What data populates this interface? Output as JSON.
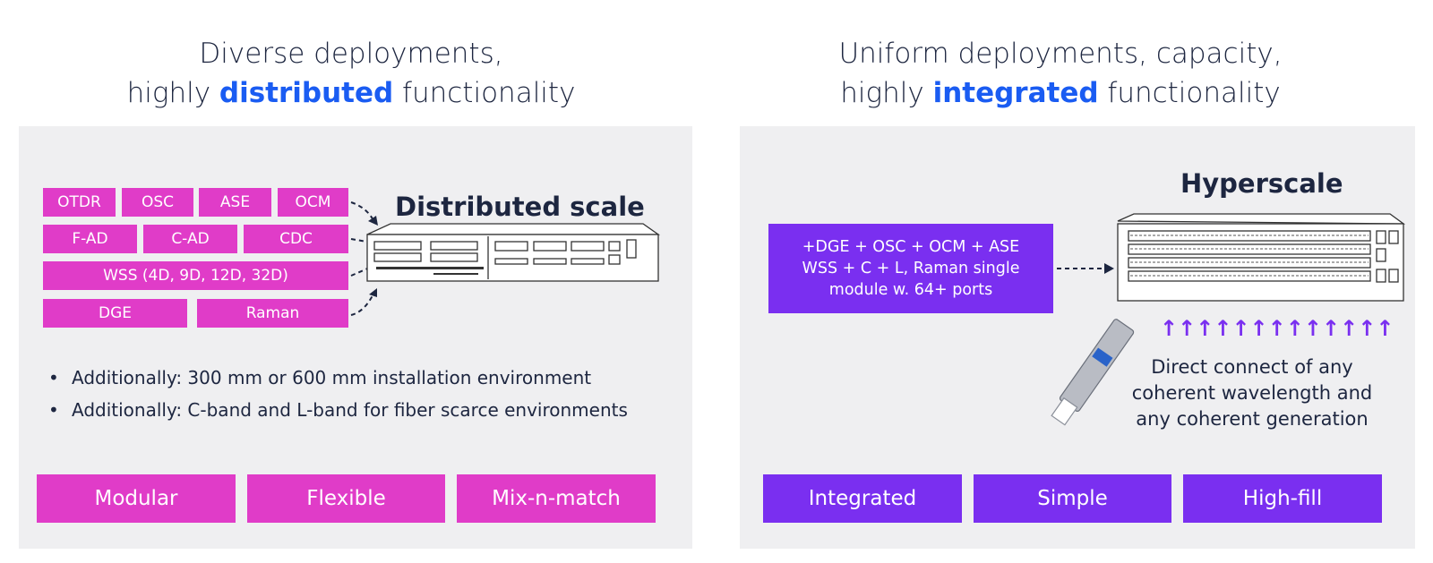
{
  "left": {
    "heading_line1": "Diverse deployments,",
    "heading_pre": "highly ",
    "heading_highlight": "distributed",
    "heading_post": " functionality",
    "chips": [
      "OTDR",
      "OSC",
      "ASE",
      "OCM",
      "F-AD",
      "C-AD",
      "CDC",
      "WSS (4D, 9D, 12D, 32D)",
      "DGE",
      "Raman"
    ],
    "scale_label": "Distributed scale",
    "bullets": [
      "Additionally:  300 mm or  600 mm installation environment",
      "Additionally:  C-band and L-band for fiber scarce environments"
    ],
    "footer": [
      "Modular",
      "Flexible",
      "Mix-n-match"
    ]
  },
  "right": {
    "heading_line1": "Uniform deployments, capacity,",
    "heading_pre": "highly ",
    "heading_highlight": "integrated",
    "heading_post": " functionality",
    "scale_label": "Hyperscale",
    "module_lines": [
      "+DGE + OSC + OCM + ASE",
      "WSS + C + L, Raman single",
      "module w. 64+ ports"
    ],
    "arrows": "↑↑↑↑↑↑↑↑↑↑↑↑↑",
    "direct_lines": [
      "Direct connect of any",
      "coherent wavelength and",
      "any coherent generation"
    ],
    "footer": [
      "Integrated",
      "Simple",
      "High-fill"
    ]
  },
  "colors": {
    "pink": "#e03cc8",
    "purple": "#7a2ff0",
    "highlight": "#1a5cf2",
    "panel": "#efeff1",
    "text": "#1d2640"
  }
}
